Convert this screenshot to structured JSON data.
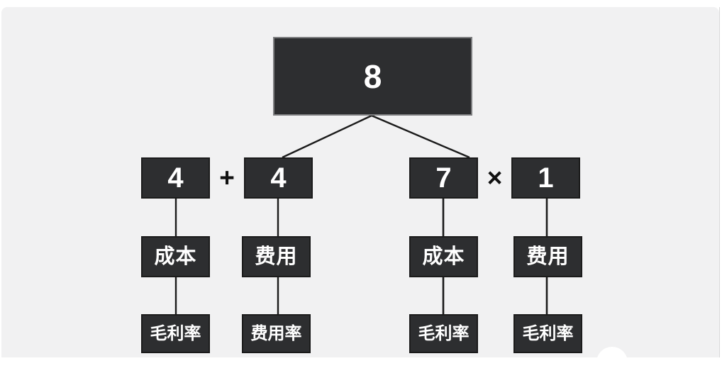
{
  "diagram": {
    "title_hint": "factor-decomposition tree",
    "root": {
      "label": "8"
    },
    "row2": [
      {
        "label": "4"
      },
      {
        "label": "4"
      },
      {
        "label": "7"
      },
      {
        "label": "1"
      }
    ],
    "operators": [
      {
        "symbol": "+"
      },
      {
        "symbol": "×"
      }
    ],
    "row3": [
      {
        "label": "成本"
      },
      {
        "label": "费用"
      },
      {
        "label": "成本"
      },
      {
        "label": "费用"
      }
    ],
    "row4": [
      {
        "label": "毛利率"
      },
      {
        "label": "费用率"
      },
      {
        "label": "毛利率"
      },
      {
        "label": "毛利率"
      }
    ],
    "edges": [
      "root->row2[1]",
      "root->row2[2]",
      "row2[0]->row3[0]->row4[0]",
      "row2[1]->row3[1]->row4[1]",
      "row2[2]->row3[2]->row4[2]",
      "row2[3]->row3[3]->row4[3]"
    ]
  },
  "colors": {
    "panel_background": "#f1f1f2",
    "page_background": "#ffffff",
    "node_fill": "#2d2e30",
    "node_text": "#ffffff",
    "root_border": "#7d7e80",
    "node_border": "#1b1b1b",
    "connector_line": "#1b1b1b",
    "operator_text": "#111111"
  }
}
